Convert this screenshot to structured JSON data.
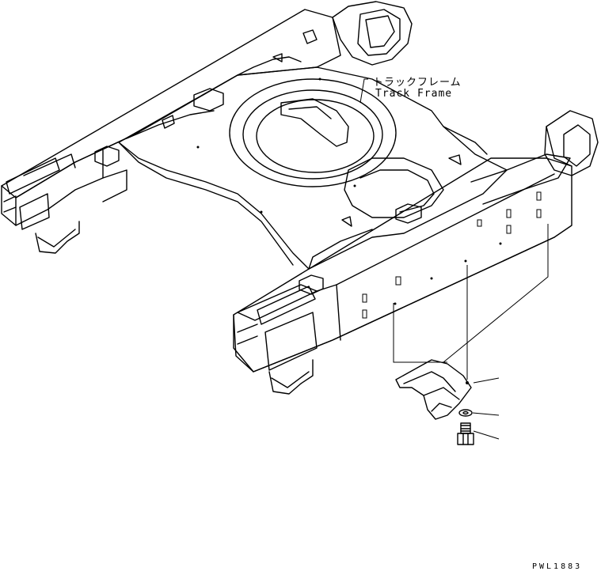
{
  "labels": {
    "part_name_jp": "トラックフレーム",
    "part_name_en": "Track Frame"
  },
  "drawing_id": "PWL1883",
  "colors": {
    "line": "#000000",
    "background": "#ffffff"
  }
}
